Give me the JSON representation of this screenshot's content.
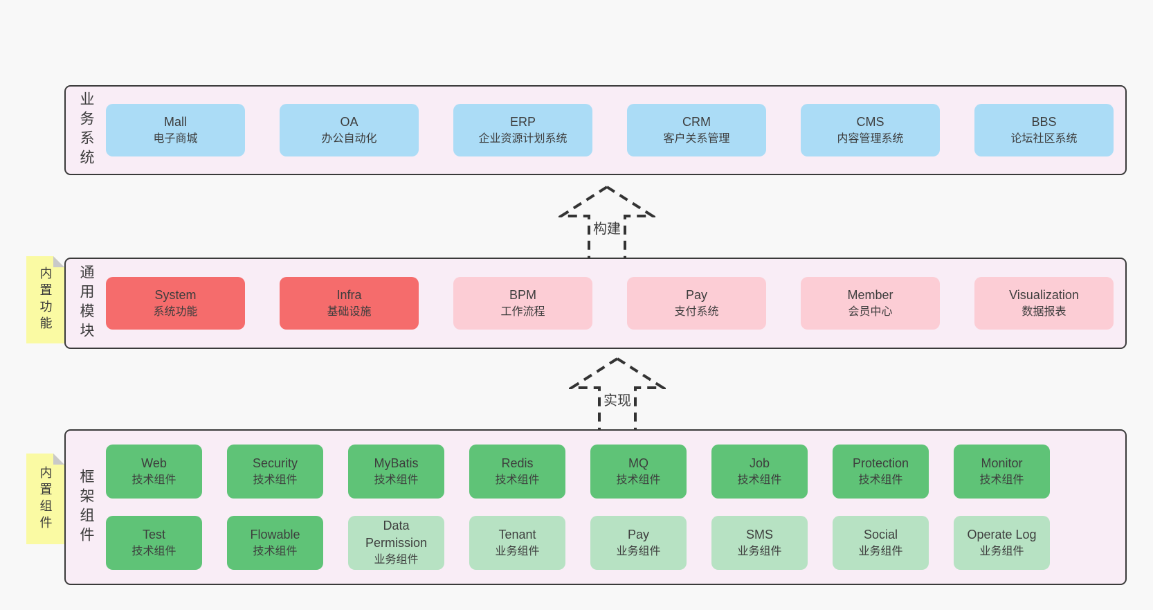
{
  "colors": {
    "page_bg": "#f8f8f8",
    "panel_bg": "#f9edf6",
    "panel_border": "#3a3a3a",
    "box_blue": "#abdcf6",
    "box_red": "#f56c6c",
    "box_pink": "#fccdd5",
    "box_green": "#5fc377",
    "box_green_light": "#b7e2c3",
    "note_yellow": "#fafaa3",
    "note_fold_gray": "#c9c9c9",
    "text": "#3d3d3d",
    "arrow_stroke": "#333333"
  },
  "arrows": [
    {
      "label": "构建"
    },
    {
      "label": "实现"
    }
  ],
  "layers": [
    {
      "label": "业务系统",
      "rows": [
        [
          {
            "name": "Mall",
            "desc": "电子商城"
          },
          {
            "name": "OA",
            "desc": "办公自动化"
          },
          {
            "name": "ERP",
            "desc": "企业资源计划系统"
          },
          {
            "name": "CRM",
            "desc": "客户关系管理"
          },
          {
            "name": "CMS",
            "desc": "内容管理系统"
          },
          {
            "name": "BBS",
            "desc": "论坛社区系统"
          }
        ]
      ]
    },
    {
      "label": "通用模块",
      "note": "内置功能",
      "rows": [
        [
          {
            "name": "System",
            "desc": "系统功能"
          },
          {
            "name": "Infra",
            "desc": "基础设施"
          },
          {
            "name": "BPM",
            "desc": "工作流程"
          },
          {
            "name": "Pay",
            "desc": "支付系统"
          },
          {
            "name": "Member",
            "desc": "会员中心"
          },
          {
            "name": "Visualization",
            "desc": "数据报表"
          }
        ]
      ]
    },
    {
      "label": "框架组件",
      "note": "内置组件",
      "rows": [
        [
          {
            "name": "Web",
            "desc": "技术组件"
          },
          {
            "name": "Security",
            "desc": "技术组件"
          },
          {
            "name": "MyBatis",
            "desc": "技术组件"
          },
          {
            "name": "Redis",
            "desc": "技术组件"
          },
          {
            "name": "MQ",
            "desc": "技术组件"
          },
          {
            "name": "Job",
            "desc": "技术组件"
          },
          {
            "name": "Protection",
            "desc": "技术组件"
          },
          {
            "name": "Monitor",
            "desc": "技术组件"
          }
        ],
        [
          {
            "name": "Test",
            "desc": "技术组件"
          },
          {
            "name": "Flowable",
            "desc": "技术组件"
          },
          {
            "name": "Data Permission",
            "desc": "业务组件"
          },
          {
            "name": "Tenant",
            "desc": "业务组件"
          },
          {
            "name": "Pay",
            "desc": "业务组件"
          },
          {
            "name": "SMS",
            "desc": "业务组件"
          },
          {
            "name": "Social",
            "desc": "业务组件"
          },
          {
            "name": "Operate Log",
            "desc": "业务组件"
          }
        ]
      ]
    }
  ]
}
